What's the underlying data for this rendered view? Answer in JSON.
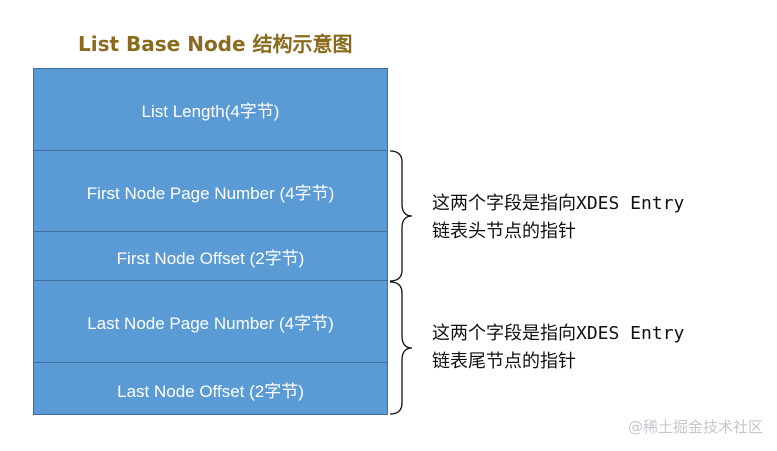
{
  "title": "List Base Node 结构示意图",
  "fields": [
    "List Length(4字节)",
    "First Node Page Number (4字节)",
    "First Node Offset (2字节)",
    "Last Node Page Number (4字节)",
    "Last Node Offset (2字节)"
  ],
  "annotations": [
    {
      "line1": "这两个字段是指向XDES Entry",
      "line2": "链表头节点的指针"
    },
    {
      "line1": "这两个字段是指向XDES Entry",
      "line2": "链表尾节点的指针"
    }
  ],
  "watermark": "@稀土掘金技术社区",
  "colors": {
    "box_fill": "#5b9bd5",
    "box_border": "#3f6f9e",
    "title": "#8a6b1e",
    "text_on_box": "#ffffff"
  }
}
